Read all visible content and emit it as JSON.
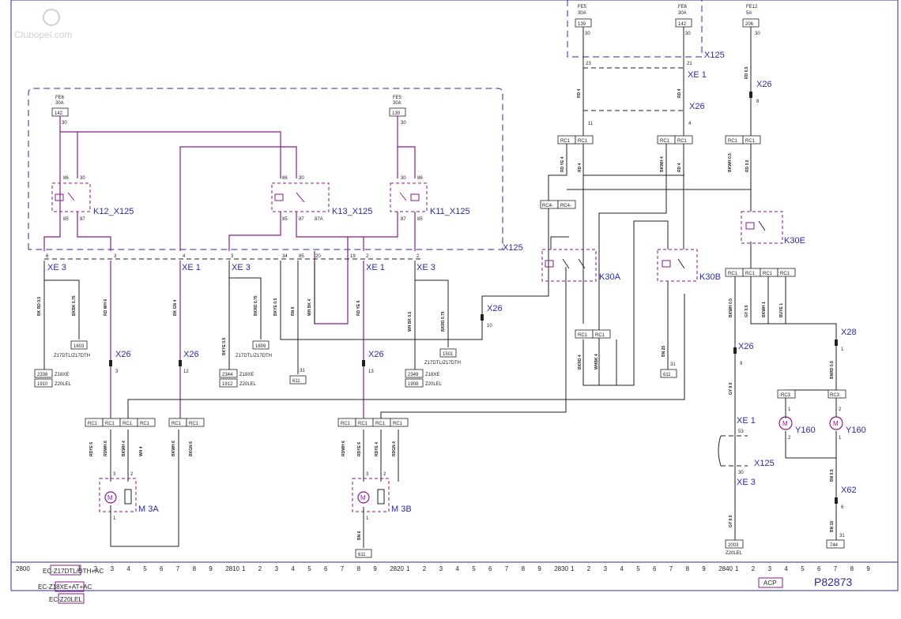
{
  "watermark": "Clubopel.com",
  "fuses": {
    "fe6_left": {
      "name": "FE6",
      "rating": "30A",
      "box": "142",
      "pin": "30"
    },
    "fe5_left": {
      "name": "FE5",
      "rating": "30A",
      "box": "139",
      "pin": "30"
    },
    "fe5_top": {
      "name": "FE5",
      "rating": "30A",
      "box": "139",
      "pin": "30"
    },
    "fe6_top": {
      "name": "FE6",
      "rating": "30A",
      "box": "142",
      "pin": "30"
    },
    "fe12": {
      "name": "FE12",
      "rating": "5A",
      "box": "206",
      "pin": "30"
    }
  },
  "connectors": {
    "x125_top": "X125",
    "xe1_top": "XE 1",
    "x26_top": "X26",
    "x26_right": "X26",
    "x125_left": "X125",
    "xe3_a": "XE 3",
    "xe1_a": "XE 1",
    "xe3_b": "XE 3",
    "xe1_b": "XE 1",
    "xe3_c": "XE 3",
    "x26_mid": "X26",
    "x26_a": "X26",
    "x26_b": "X26",
    "x26_c": "X26",
    "x26_d": "X26",
    "x28": "X28",
    "x62": "X62",
    "xe1_r": "XE 1",
    "x125_r": "X125",
    "xe3_r": "XE 3"
  },
  "relays": {
    "k12": "K12_X125",
    "k13": "K13_X125",
    "k11": "K11_X125",
    "k30a": "K30A",
    "k30b": "K30B",
    "k30e": "K30E"
  },
  "motors": {
    "m3a": "M 3A",
    "m3b": "M 3B",
    "y160a": "Y160",
    "y160b": "Y160",
    "motor_symbol": "M"
  },
  "pins": {
    "p86a": "86",
    "p30a": "30",
    "p85a": "85",
    "p87a": "87",
    "p86b": "86",
    "p30b": "30",
    "p85b": "85",
    "p87b": "87",
    "p87ab": "87A",
    "p30c": "30",
    "p86c": "86",
    "p87c": "87",
    "p85c": "85",
    "p23": "23",
    "p21": "21",
    "p11": "11",
    "p4": "4",
    "p8": "8",
    "c6": "6",
    "c3a": "3",
    "c4": "4",
    "c3b": "3",
    "c34": "34",
    "c20": "20",
    "c19": "19",
    "c2a": "2",
    "c2b": "2",
    "x3": "3",
    "x12": "12",
    "x13": "13",
    "x10": "10",
    "x9": "9",
    "x1": "1",
    "x6": "6",
    "x31a": "31",
    "x31b": "31",
    "x31c": "31",
    "x31d": "31",
    "x53": "53",
    "x30": "30",
    "m3": "3",
    "m2": "2",
    "m1": "1",
    "mb3": "3",
    "mb2": "2",
    "mb1": "1",
    "y1": "1",
    "y2": "2",
    "y2b": "2",
    "y1b": "1"
  },
  "rc": {
    "rc1": "RC1",
    "rc4": "RC4",
    "rc4m": "RC4-",
    "rc3": "RC3",
    "rc3m": "-RC3"
  },
  "wires": {
    "w1": "BK RD 0.5",
    "w2": "BKBK 0.75",
    "w3": "RD WH 6",
    "w4": "BK GN 4",
    "w5": "BKYE 0.5",
    "w6": "BKRD 0.75",
    "w7": "BKYE 0.5",
    "w8": "BN 6",
    "w9": "WH BK 4",
    "w10": "RD YE 6",
    "w11": "WH BK 0.5",
    "w12": "BKRD 0.75",
    "w13": "RD 4",
    "w14": "RD 4",
    "w15": "RD YE 4",
    "w16": "RD 4",
    "w17": "BKWH 4",
    "w18": "RD 4",
    "w19": "BKWH 0.5",
    "w20": "RD 0.5",
    "w21": "BKWH 0.5",
    "w22": "GY 0.5",
    "w23": "BKWH 1",
    "w24": "BUYE 1",
    "w25": "BKRD 4",
    "w26": "WHBK 4",
    "w27": "BN 25",
    "w28": "GY 0.5",
    "w29": "BNRD 0.5",
    "w30": "GY 0.5",
    "w31": "BN 0.5",
    "w32": "BN 15",
    "w33": "RDYE 6",
    "w34": "RDWH 6",
    "w35": "BKWH 4",
    "w36": "WH 4",
    "w37": "BKWH 6",
    "w38": "BKGN 6",
    "w39": "RDWH 6",
    "w40": "RDYE 6",
    "w41": "RDYE 4",
    "w42": "RDGN 4",
    "w43": "BN 6"
  },
  "refs": {
    "r1603": "1603",
    "r1609": "1609",
    "r1501": "1501",
    "z17a": "Z17DTL/Z17DTH",
    "z17b": "Z17DTL/Z17DTH",
    "z17c": "Z17DTL/Z17DTH",
    "r2338": "2338",
    "r1910": "1910",
    "z18a": "Z18XE",
    "z20a": "Z20LEL",
    "r2344": "2344",
    "r1912": "1912",
    "z18b": "Z18XE",
    "z20b": "Z20LEL",
    "r2349": "2349",
    "r1908": "1908",
    "z18c": "Z18XE",
    "z20c": "Z20LEL",
    "g611a": "611",
    "g611b": "611",
    "g611c": "611",
    "g2003": "2003",
    "z20d": "Z20LEL",
    "g744": "744"
  },
  "scale": {
    "base": "2800",
    "ticks": [
      "1",
      "2",
      "3",
      "4",
      "5",
      "6",
      "7",
      "8",
      "9",
      "2810",
      "1",
      "2",
      "3",
      "4",
      "5",
      "6",
      "7",
      "8",
      "9",
      "2820",
      "1",
      "2",
      "3",
      "4",
      "5",
      "6",
      "7",
      "8",
      "9",
      "2830",
      "1",
      "2",
      "3",
      "4",
      "5",
      "6",
      "7",
      "8",
      "9",
      "2840",
      "1",
      "2",
      "3",
      "4",
      "5",
      "6",
      "7",
      "8",
      "9"
    ]
  },
  "legend": {
    "l1": "EC-Z17DTL/DTH+AC",
    "l2": "EC-Z18XE+AT+AC",
    "l3": "EC-Z20LEL"
  },
  "footer": {
    "acp": "ACP",
    "page_ref": "P82873"
  }
}
